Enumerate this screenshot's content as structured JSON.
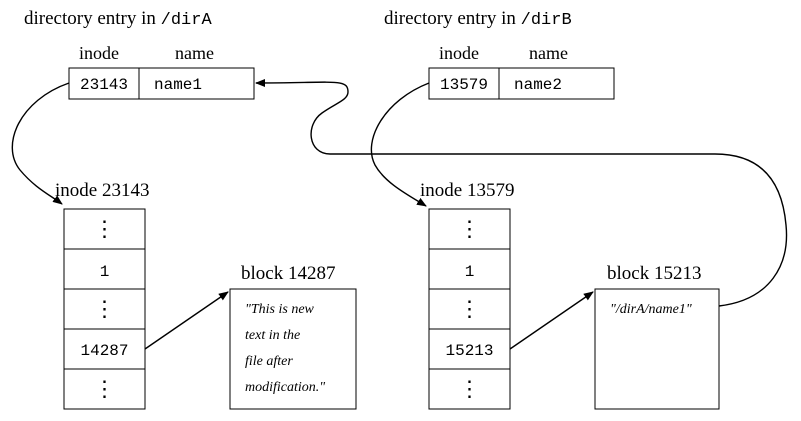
{
  "dir_a": {
    "title_prefix": "directory entry in ",
    "title_dir": "/dirA",
    "col_inode": "inode",
    "col_name": "name",
    "inode_value": "23143",
    "name_value": "name1"
  },
  "dir_b": {
    "title_prefix": "directory entry in ",
    "title_dir": "/dirB",
    "col_inode": "inode",
    "col_name": "name",
    "inode_value": "13579",
    "name_value": "name2"
  },
  "inode_a": {
    "title": "inode 23143",
    "cells": [
      "⋮",
      "1",
      "⋮",
      "14287",
      "⋮"
    ]
  },
  "inode_b": {
    "title": "inode 13579",
    "cells": [
      "⋮",
      "1",
      "⋮",
      "15213",
      "⋮"
    ]
  },
  "block_a": {
    "title": "block 14287",
    "lines": [
      "\"This is new",
      "text in the",
      "file after",
      "modification.\""
    ]
  },
  "block_b": {
    "title": "block 15213",
    "lines": [
      "\"/dirA/name1\""
    ]
  }
}
